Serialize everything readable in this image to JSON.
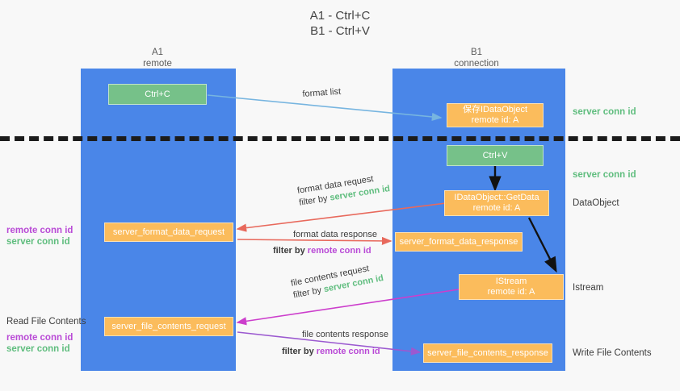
{
  "title": {
    "line1": "A1 - Ctrl+C",
    "line2": "B1 - Ctrl+V"
  },
  "columns": [
    {
      "name": "A1",
      "sub": "remote"
    },
    {
      "name": "B1",
      "sub": "connection"
    }
  ],
  "boxes": {
    "ctrl_c": "Ctrl+C",
    "ctrl_v": "Ctrl+V",
    "save_dataobject_l1": "保存IDataObject",
    "save_dataobject_l2": "remote id: A",
    "getdata_l1": "IDataObject::GetData",
    "getdata_l2": "remote id: A",
    "istream_l1": "IStream",
    "istream_l2": "remote id: A",
    "format_data_request": "server_format_data_request",
    "format_data_response": "server_format_data_response",
    "file_contents_request": "server_file_contents_request",
    "file_contents_response": "server_file_contents_response"
  },
  "annotations": {
    "format_list": "format list",
    "format_data_request": "format data request",
    "format_data_response": "format data response",
    "file_contents_request": "file contents request",
    "file_contents_response": "file contents response",
    "filter_by": "filter by",
    "server_conn_id": "server conn id",
    "remote_conn_id": "remote conn id"
  },
  "right_labels": {
    "server_conn_id_top": "server conn id",
    "server_conn_id_mid": "server conn id",
    "dataobject": "DataObject",
    "istream": "Istream",
    "write_file_contents": "Write File Contents"
  },
  "left_labels": {
    "read_file_contents": "Read File Contents",
    "remote_conn_id": "remote conn id",
    "server_conn_id": "server conn id"
  },
  "colors": {
    "lane": "#4a86e8",
    "orange": "#fbbc5c",
    "green_box": "#76c189",
    "green_text": "#5fbd7e",
    "purple_text": "#b94ad6",
    "arrow_blue": "#77b5e0",
    "arrow_red": "#e8695c",
    "arrow_magenta": "#cc3ecc",
    "arrow_purple": "#9b59d0",
    "arrow_black": "#111111"
  }
}
